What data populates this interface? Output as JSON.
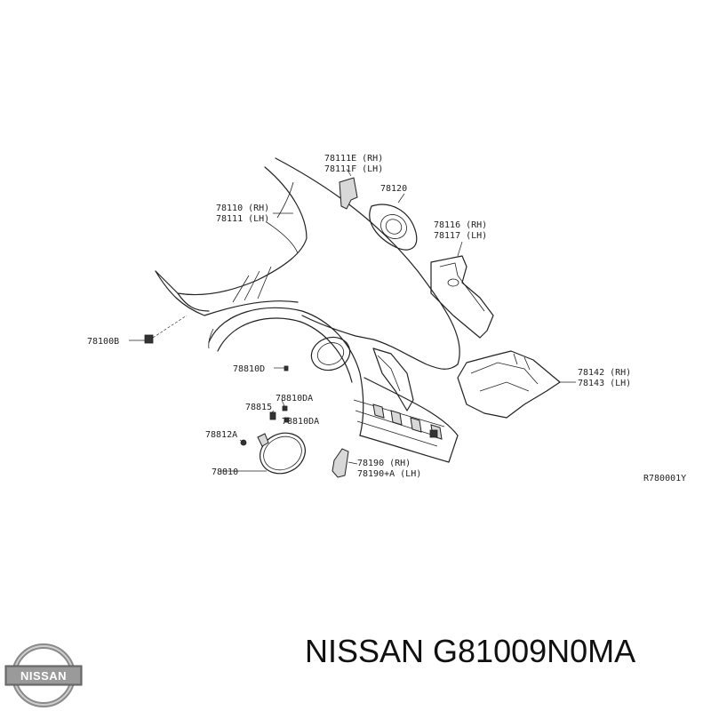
{
  "labels": {
    "p78111e": "78111E (RH)",
    "p78111f": "78111F (LH)",
    "p78120": "78120",
    "p78110": "78110 (RH)",
    "p78111": "78111 (LH)",
    "p78116": "78116 (RH)",
    "p78117": "78117 (LH)",
    "p78100b": "78100B",
    "p78810d": "78810D",
    "p78810da1": "78810DA",
    "p78815": "78815",
    "p78810da2": "78810DA",
    "p78812a": "78812A",
    "p78810": "78810",
    "p78190": "78190 (RH)",
    "p78190a": "78190+A (LH)",
    "p78142": "78142 (RH)",
    "p78143": "78143 (LH)",
    "ref": "R780001Y"
  },
  "footer": {
    "brand_part": "NISSAN G81009N0MA",
    "logo_text": "NISSAN"
  },
  "icons": {
    "logo": "nissan-logo-icon"
  }
}
